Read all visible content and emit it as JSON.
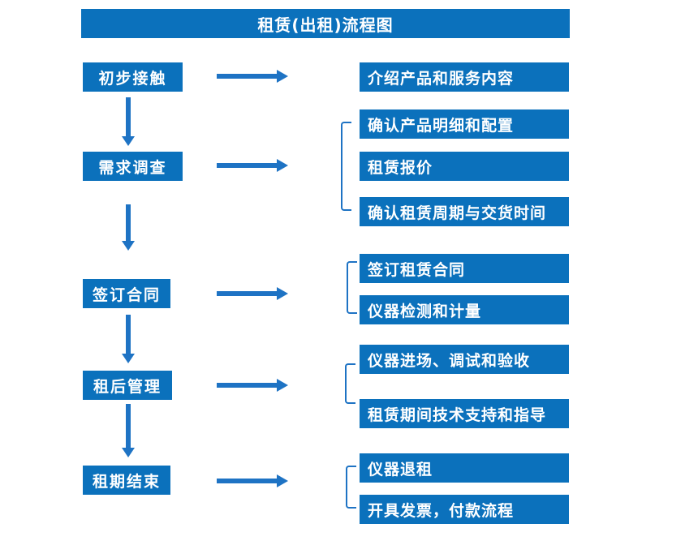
{
  "title": "租赁(出租)流程图",
  "colors": {
    "box_fill": "#0b71bc",
    "arrow": "#1e73c4",
    "text": "#ffffff",
    "background": "#ffffff"
  },
  "rows": [
    {
      "stage": "初步接触",
      "details": [
        "介绍产品和服务内容"
      ]
    },
    {
      "stage": "需求调查",
      "details": [
        "确认产品明细和配置",
        "租赁报价",
        "确认租赁周期与交货时间"
      ]
    },
    {
      "stage": "签订合同",
      "details": [
        "签订租赁合同",
        "仪器检测和计量"
      ]
    },
    {
      "stage": "租后管理",
      "details": [
        "仪器进场、调试和验收",
        "租赁期间技术支持和指导"
      ]
    },
    {
      "stage": "租期结束",
      "details": [
        "仪器退租",
        "开具发票，付款流程"
      ]
    }
  ]
}
